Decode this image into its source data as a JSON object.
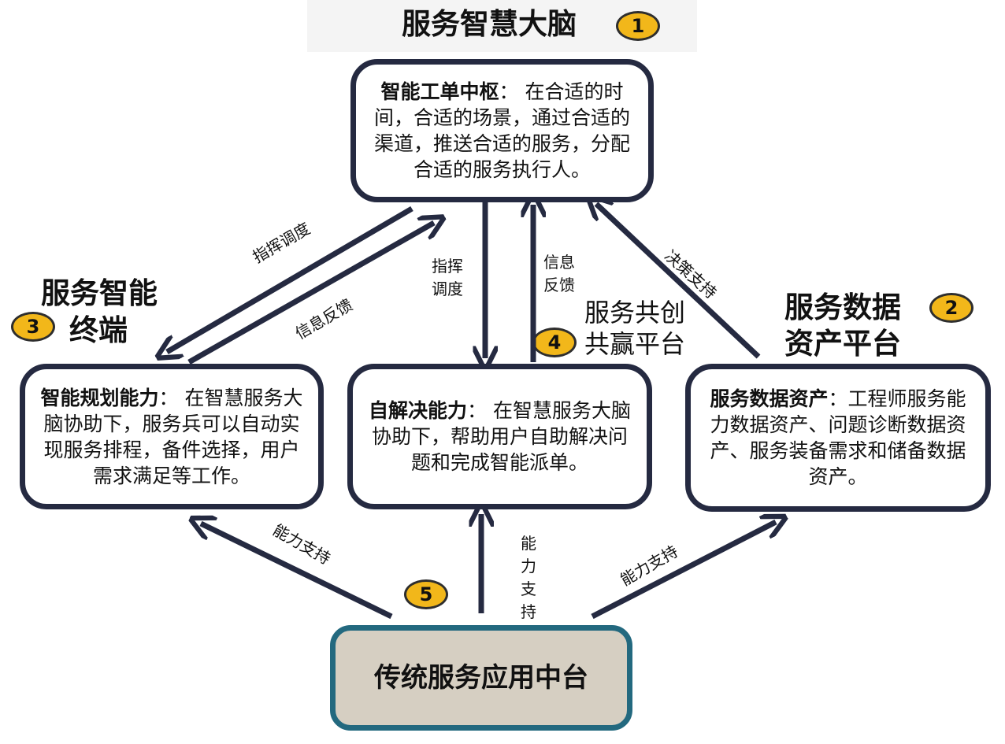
{
  "title": "服务智慧大脑",
  "badges": [
    "1",
    "2",
    "3",
    "4",
    "5"
  ],
  "headings": {
    "terminal_line1": "服务智能",
    "terminal_line2": "终端",
    "data_platform_line1": "服务数据",
    "data_platform_line2": "资产平台",
    "cocreate_line1": "服务共创",
    "cocreate_line2": "共赢平台"
  },
  "boxes": {
    "workorder": {
      "title": "智能工单中枢",
      "text": "：  在合适的时间，合适的场景，通过合适的渠道，推送合适的服务，分配合适的服务执行人。"
    },
    "planning": {
      "title": "智能规划能力",
      "text": "：  在智慧服务大脑协助下，服务兵可以自动实现服务排程，备件选择，用户需求满足等工作。"
    },
    "selfsolve": {
      "title": "自解决能力",
      "text": "：  在智慧服务大脑协助下，帮助用户自助解决问题和完成智能派单。"
    },
    "dataasset": {
      "title": "服务数据资产",
      "text": "：工程师服务能力数据资产、问题诊断数据资产、服务装备需求和储备数据资产。"
    },
    "platform": {
      "title": "传统服务应用中台"
    }
  },
  "labels": {
    "dispatch_diag": "指挥调度",
    "feedback_diag": "信息反馈",
    "dispatch_v1": "指挥",
    "dispatch_v2": "调度",
    "feedback_v1": "信息",
    "feedback_v2": "反馈",
    "decision": "决策支持",
    "support_left": "能力支持",
    "support_right": "能力支持",
    "support_center": "能力支持"
  },
  "colors": {
    "arrow": "#252a41",
    "box_border": "#252a41",
    "platform_border": "#23697f",
    "platform_fill": "#d6cfc2",
    "badge_fill": "#f2b71a"
  }
}
